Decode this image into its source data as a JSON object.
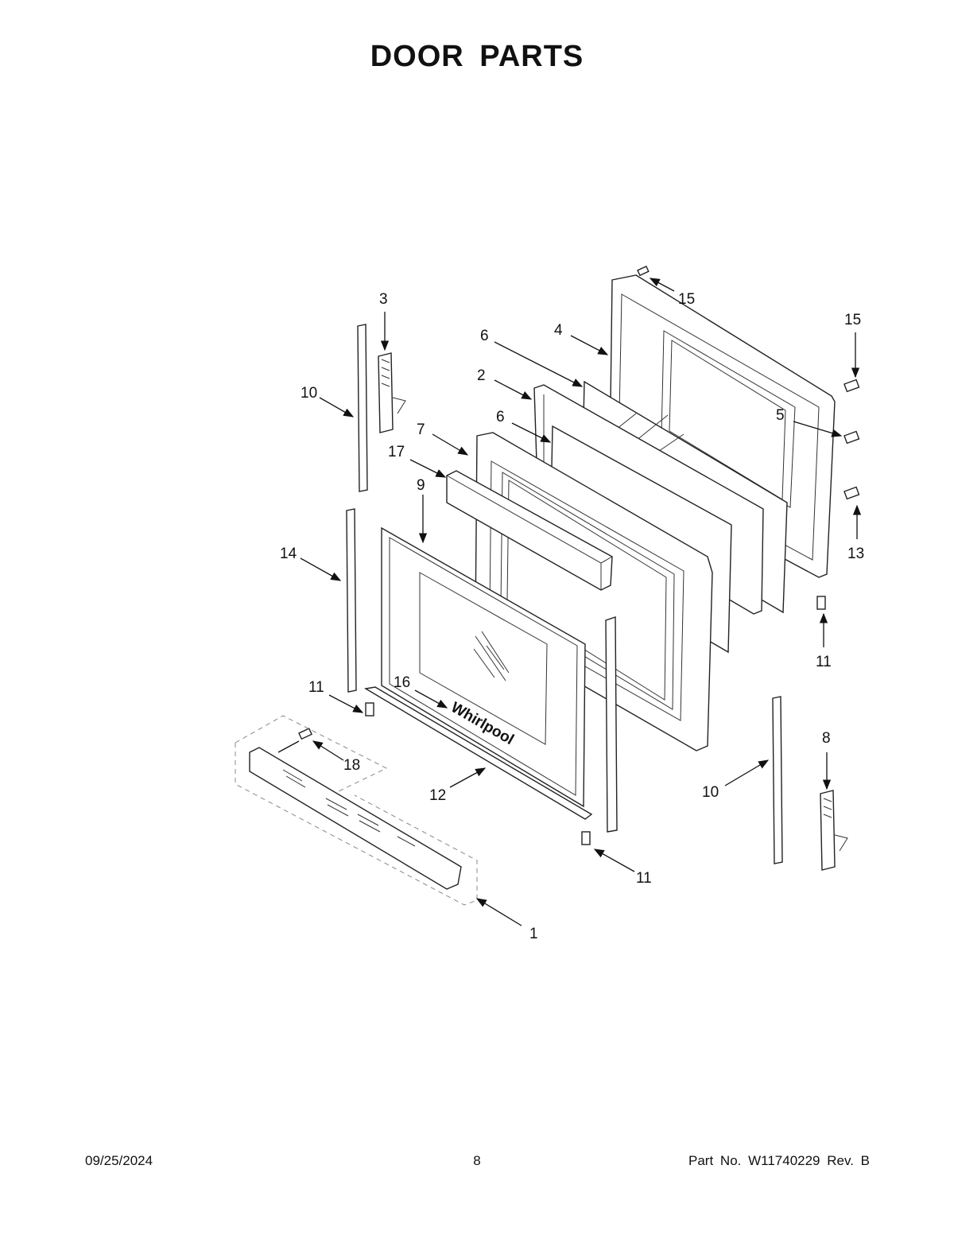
{
  "title": "DOOR PARTS",
  "callouts": {
    "c1": "1",
    "c2": "2",
    "c3": "3",
    "c4": "4",
    "c5": "5",
    "c6a": "6",
    "c6b": "6",
    "c7": "7",
    "c8": "8",
    "c9": "9",
    "c10a": "10",
    "c10b": "10",
    "c11a": "11",
    "c11b": "11",
    "c11c": "11",
    "c12": "12",
    "c13": "13",
    "c14": "14",
    "c15a": "15",
    "c15b": "15",
    "c16": "16",
    "c17": "17",
    "c18": "18"
  },
  "logo_text": "Whirlpool",
  "footer": {
    "date": "09/25/2024",
    "page": "8",
    "part_number": "Part No.  W11740229  Rev.  B"
  }
}
